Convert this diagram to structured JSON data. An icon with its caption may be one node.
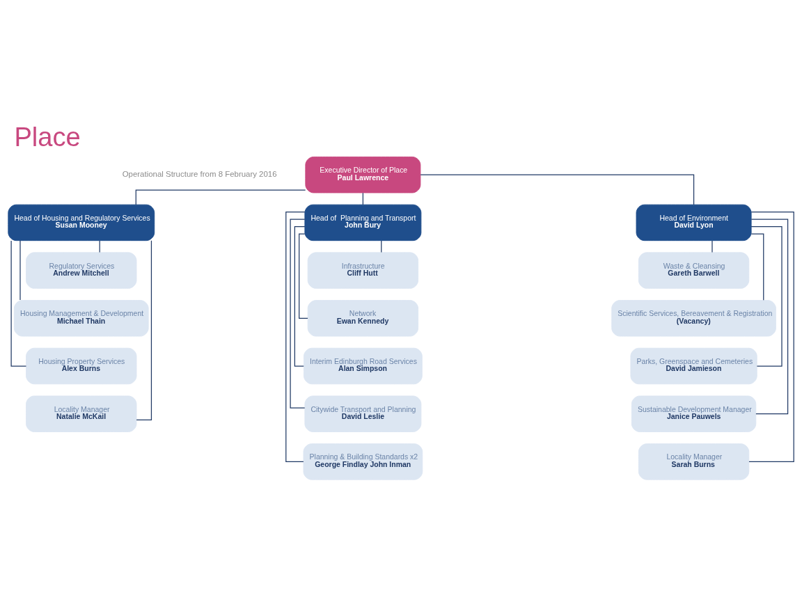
{
  "diagram": {
    "title": "Place",
    "nodes": [
      {
        "text": [
          "Executive Director of Place",
          "Paul Lawrence"
        ]
      },
      {
        "text": [
          "Head of Housing and Regulatory Services",
          "Susan Mooney"
        ]
      },
      {
        "text": [
          "Regulatory Services",
          "Andrew Mitchell"
        ]
      },
      {
        "text": [
          "Housing Management & Development",
          "Michael Thain"
        ]
      },
      {
        "text": [
          "Housing Property Services",
          "Alex Burns"
        ]
      },
      {
        "text": [
          "Locality Manager",
          "Natalie McKail"
        ]
      },
      {
        "text": [
          "Head of  Planning and Transport",
          "John Bury"
        ]
      },
      {
        "text": [
          "Infrastructure",
          "Cliff Hutt"
        ]
      },
      {
        "text": [
          "Network",
          "Ewan Kennedy"
        ]
      },
      {
        "text": [
          "Interim Edinburgh Road Services",
          "Alan Simpson"
        ]
      },
      {
        "text": [
          "Citywide Transport and Planning",
          "David Leslie"
        ]
      },
      {
        "text": [
          "Planning & Building Standards x2",
          "George Findlay John Inman"
        ]
      },
      {
        "text": [
          "Head of Environment",
          "David Lyon"
        ]
      },
      {
        "text": [
          "Waste & Cleansing",
          "Gareth Barwell"
        ]
      },
      {
        "text": [
          "Scientific Services, Bereavement & Registration",
          "(Vacancy)"
        ]
      },
      {
        "text": [
          "Parks, Greenspace and Cemeteries",
          "David Jamieson"
        ]
      },
      {
        "text": [
          "Sustainable Development Manager",
          "Janice Pauwels"
        ]
      },
      {
        "text": [
          "Locality Manager",
          "Sarah Burns"
        ]
      }
    ],
    "edges": [
      {
        "from": 0,
        "to": 1,
        "arrow": "none"
      },
      {
        "from": 0,
        "to": 6,
        "arrow": "none"
      },
      {
        "from": 0,
        "to": 12,
        "arrow": "none"
      },
      {
        "from": 1,
        "to": 2,
        "arrow": "none"
      },
      {
        "from": 1,
        "to": 3,
        "arrow": "none"
      },
      {
        "from": 1,
        "to": 4,
        "arrow": "none"
      },
      {
        "from": 1,
        "to": 5,
        "arrow": "none"
      },
      {
        "from": 6,
        "to": 7,
        "arrow": "none"
      },
      {
        "from": 6,
        "to": 8,
        "arrow": "none"
      },
      {
        "from": 6,
        "to": 9,
        "arrow": "none"
      },
      {
        "from": 6,
        "to": 10,
        "arrow": "none"
      },
      {
        "from": 6,
        "to": 11,
        "arrow": "none"
      },
      {
        "from": 12,
        "to": 13,
        "arrow": "none"
      },
      {
        "from": 12,
        "to": 14,
        "arrow": "none"
      },
      {
        "from": 12,
        "to": 15,
        "arrow": "none"
      },
      {
        "from": 12,
        "to": 16,
        "arrow": "none"
      },
      {
        "from": 12,
        "to": 17,
        "arrow": "none"
      }
    ],
    "labels": [
      "Operational Structure from 8 February 2016"
    ]
  }
}
